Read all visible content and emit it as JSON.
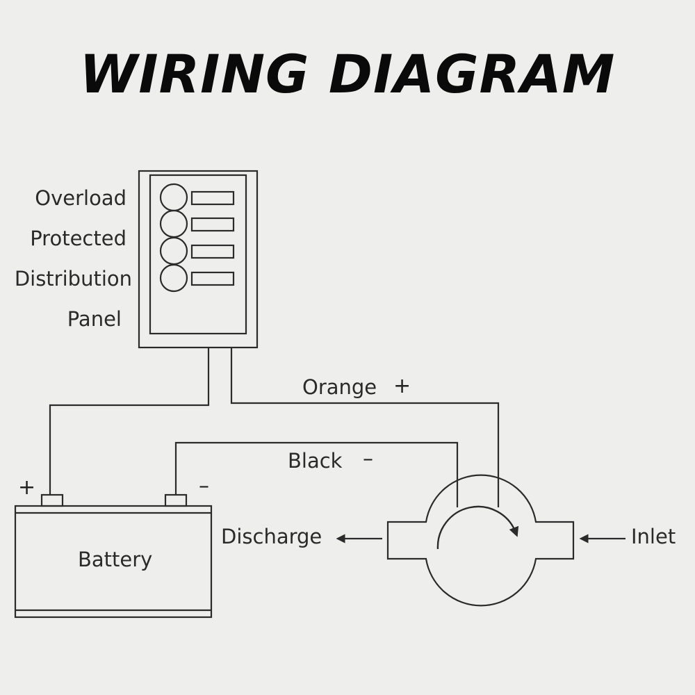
{
  "title": "WIRING DIAGRAM",
  "panel_label": [
    "Overload",
    "Protected",
    "Distribution",
    "Panel"
  ],
  "wires": {
    "orange": "Orange",
    "orange_sign": "+",
    "black": "Black",
    "black_sign": "–"
  },
  "battery": {
    "label": "Battery",
    "pos_sign": "+",
    "neg_sign": "–"
  },
  "pump": {
    "discharge": "Discharge",
    "inlet": "Inlet"
  },
  "colors": {
    "line": "#2b2b2b",
    "background": "#eeeeec"
  }
}
